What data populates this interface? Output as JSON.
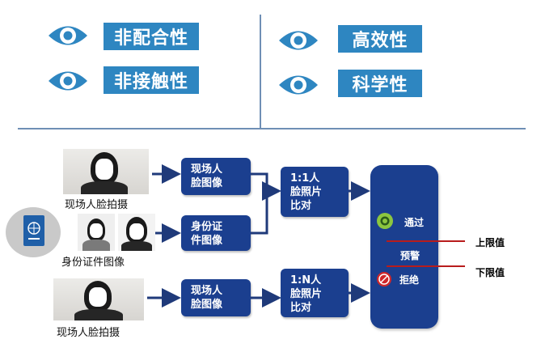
{
  "features": {
    "left": [
      "非配合性",
      "非接触性"
    ],
    "right": [
      "高效性",
      "科学性"
    ]
  },
  "captions": {
    "photo_top": "现场人脸拍摄",
    "id_photo": "身份证件图像",
    "photo_bottom": "现场人脸拍摄"
  },
  "boxes": {
    "scene_face_1": [
      "现场人",
      "脸图像"
    ],
    "id_image": [
      "身份证",
      "件图像"
    ],
    "compare_1to1": [
      "1:1人",
      "脸照片",
      "比对"
    ],
    "scene_face_2": [
      "现场人",
      "脸图像"
    ],
    "compare_1toN": [
      "1:N人",
      "脸照片",
      "比对"
    ]
  },
  "result": {
    "pass": "通过",
    "warn": "预警",
    "reject": "拒绝"
  },
  "limits": {
    "upper": "上限值",
    "lower": "下限值"
  },
  "colors": {
    "tag": "#2e86c1",
    "box": "#1b3f8f",
    "eye_outer": "#2e86c1",
    "pass_icon": "#8cc63f",
    "reject_icon": "#d0272a",
    "limit_line": "#b81c1c",
    "arrow": "#1f3a7a"
  },
  "icons": [
    "eye-icon",
    "passport-icon",
    "check-circle-icon",
    "no-entry-icon"
  ]
}
